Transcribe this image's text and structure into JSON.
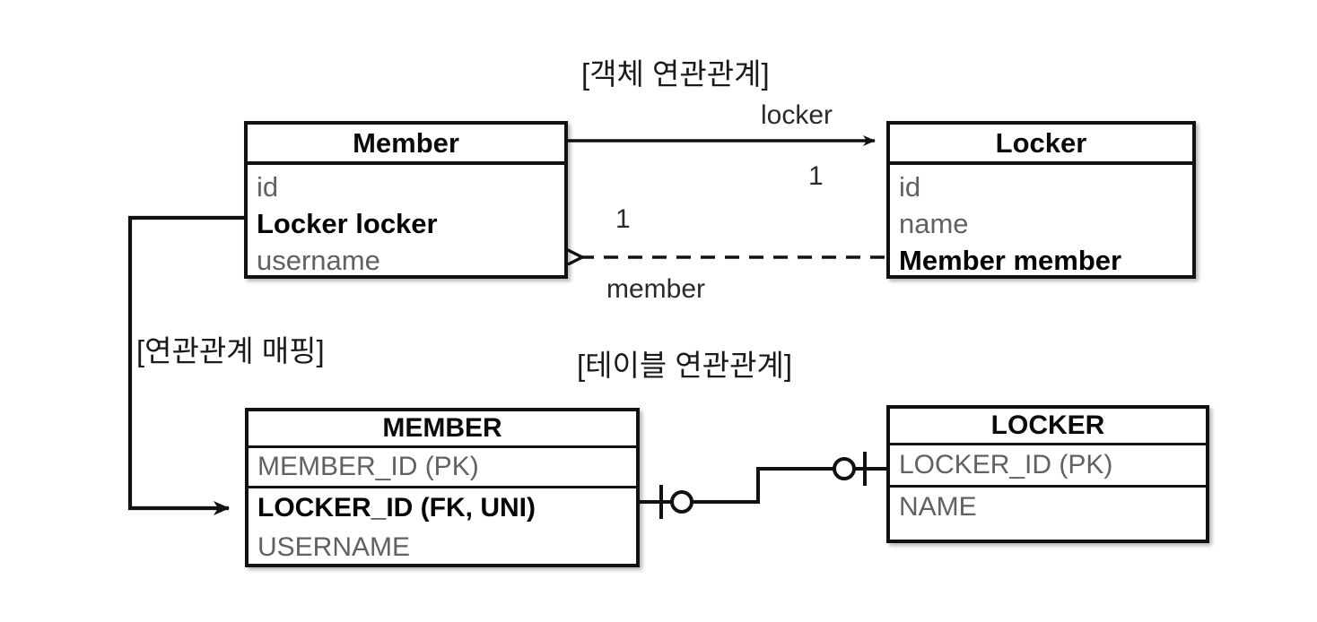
{
  "diagram": {
    "title_object_relation": "[객체 연관관계]",
    "title_table_relation": "[테이블 연관관계]",
    "title_mapping": "[연관관계 매핑]",
    "background_color": "#ffffff",
    "line_color": "#111111",
    "field_text_color": "#5f6163",
    "emphasis_text_color": "#050505"
  },
  "object_model": {
    "member_class": {
      "name": "Member",
      "fields": [
        {
          "text": "id",
          "bold": false
        },
        {
          "text": "Locker locker",
          "bold": true
        },
        {
          "text": "username",
          "bold": false
        }
      ]
    },
    "locker_class": {
      "name": "Locker",
      "fields": [
        {
          "text": "id",
          "bold": false
        },
        {
          "text": "name",
          "bold": false
        },
        {
          "text": "Member member",
          "bold": true
        }
      ]
    },
    "associations": [
      {
        "from": "Member",
        "to": "Locker",
        "role_label": "locker",
        "multiplicity": "1",
        "style": "solid-arrow",
        "direction": "left-to-right"
      },
      {
        "from": "Locker",
        "to": "Member",
        "role_label": "member",
        "multiplicity": "1",
        "style": "dashed-arrow",
        "direction": "right-to-left"
      }
    ]
  },
  "table_model": {
    "member_table": {
      "name": "MEMBER",
      "columns": [
        {
          "text": "MEMBER_ID (PK)",
          "bold": false
        },
        {
          "text": "LOCKER_ID (FK, UNI)",
          "bold": true
        },
        {
          "text": "USERNAME",
          "bold": false
        }
      ]
    },
    "locker_table": {
      "name": "LOCKER",
      "columns": [
        {
          "text": "LOCKER_ID (PK)",
          "bold": false
        },
        {
          "text": "NAME",
          "bold": false
        }
      ]
    },
    "relationship": {
      "notation": "crows-foot",
      "left_end": "one-and-only-one",
      "right_end": "one-and-only-one"
    }
  },
  "mapping_arrow": {
    "label": "[연관관계 매핑]",
    "from_field": "Locker locker",
    "to_column": "LOCKER_ID (FK, UNI)"
  }
}
